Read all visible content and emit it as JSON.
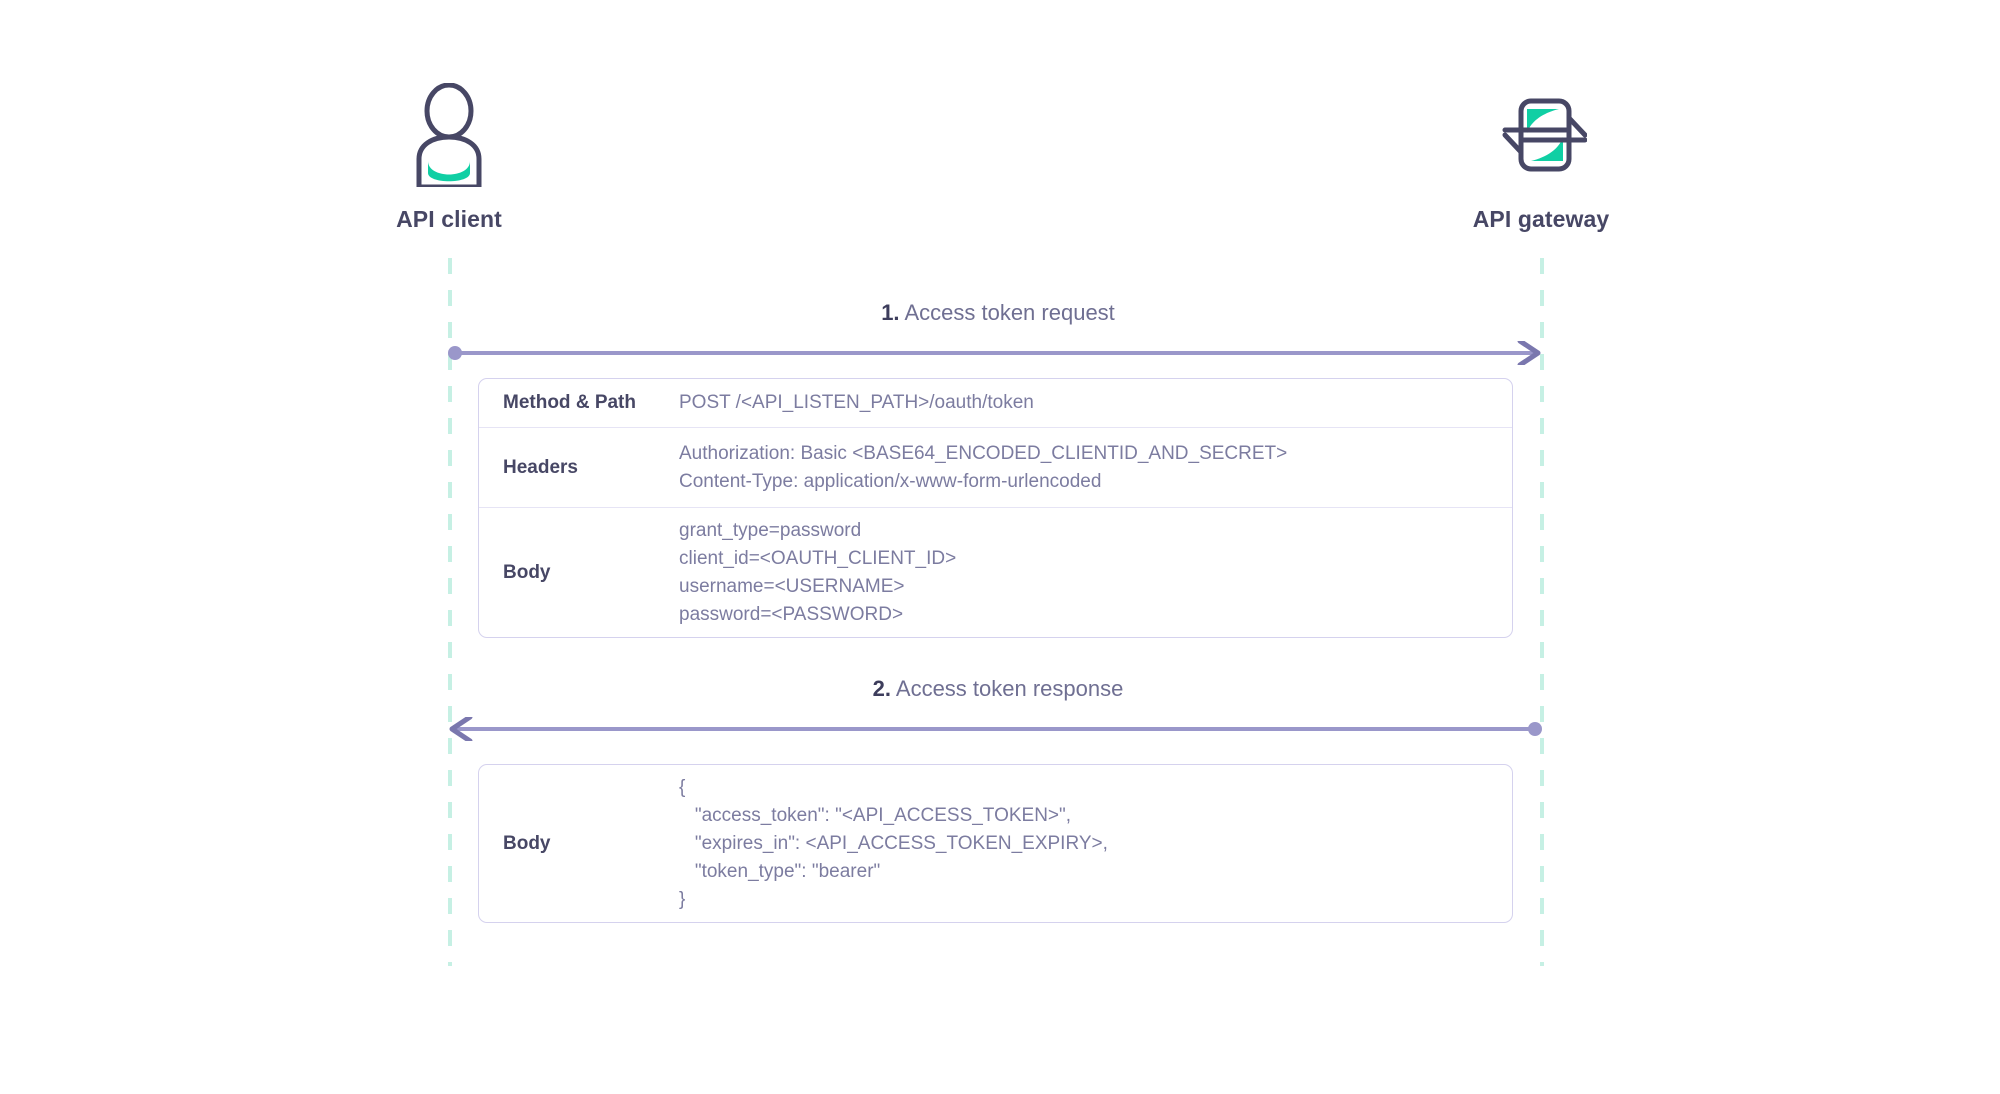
{
  "diagram": {
    "title": "API client to API gateway access token exchange",
    "colors": {
      "ink": "#474765",
      "muted": "#7c7ca0",
      "accent_teal": "#10cfa4",
      "lifeline": "#c6f0e4",
      "arrow": "#9a97ca",
      "border": "#d5d2ee",
      "divider": "#e6e4f5"
    }
  },
  "actors": [
    {
      "id": "client",
      "label": "API client",
      "icon": "user-person-icon"
    },
    {
      "id": "gateway",
      "label": "API gateway",
      "icon": "api-gateway-exchange-icon"
    }
  ],
  "messages": [
    {
      "number": "1.",
      "text": "Access token request",
      "direction": "client-to-gateway",
      "arrow_icon": "arrow-right-icon"
    },
    {
      "number": "2.",
      "text": "Access token response",
      "direction": "gateway-to-client",
      "arrow_icon": "arrow-left-icon"
    }
  ],
  "request_details": {
    "rows": [
      {
        "label": "Method & Path",
        "value": "POST /<API_LISTEN_PATH>/oauth/token"
      },
      {
        "label": "Headers",
        "value": "Authorization: Basic <BASE64_ENCODED_CLIENTID_AND_SECRET>\nContent-Type: application/x-www-form-urlencoded"
      },
      {
        "label": "Body",
        "value": "grant_type=password\nclient_id=<OAUTH_CLIENT_ID>\nusername=<USERNAME>\npassword=<PASSWORD>"
      }
    ]
  },
  "response_details": {
    "rows": [
      {
        "label": "Body",
        "value": "{\n   \"access_token\": \"<API_ACCESS_TOKEN>\",\n   \"expires_in\": <API_ACCESS_TOKEN_EXPIRY>,\n   \"token_type\": \"bearer\"\n}"
      }
    ]
  }
}
